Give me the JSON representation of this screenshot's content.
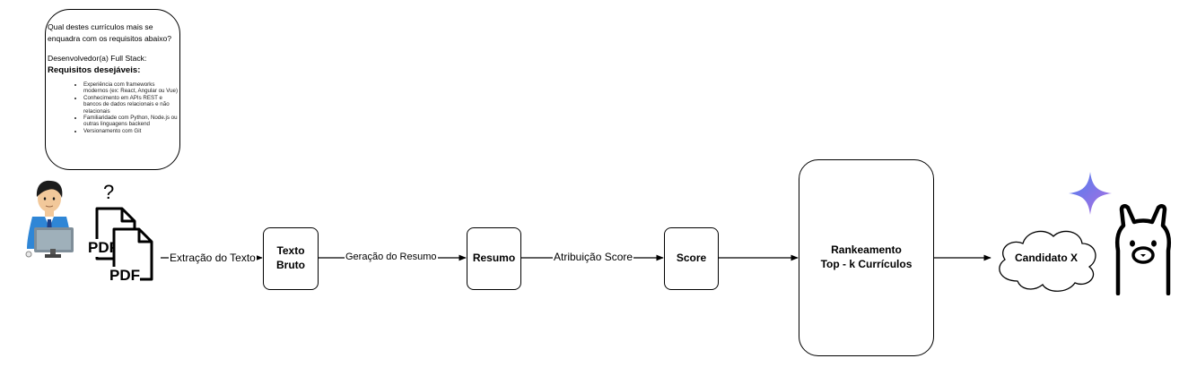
{
  "bubble": {
    "question": "Qual destes currículos mais se enquadra com os requisitos abaixo?",
    "role": "Desenvolvedor(a) Full Stack:",
    "requirements_title": "Requisitos desejáveis:",
    "requirements": [
      "Experiência com frameworks modernos (ex: React, Angular ou Vue)",
      "Conhecimento em APIs REST e bancos de dados relacionais e não relacionais",
      "Familiaridade com Python, Node.js ou outras linguagens backend",
      "Versionamento com Git"
    ]
  },
  "docs": {
    "question_mark": "?",
    "pdf_label_1": "PDF",
    "pdf_label_2": "PDF"
  },
  "nodes": {
    "texto_bruto": "Texto Bruto",
    "resumo": "Resumo",
    "score": "Score",
    "ranking_line1": "Rankeamento",
    "ranking_line2": "Top - k Currículos",
    "candidato": "Candidato X"
  },
  "edges": {
    "extracao": "Extração do Texto",
    "geracao": "Geração do Resumo",
    "atribuicao": "Atribuição Score"
  },
  "colors": {
    "shirt": "#2f86d6",
    "tie": "#1f3f86",
    "hair": "#1c1c1c",
    "gem_a": "#4d7df0",
    "gem_b": "#b06fe0"
  }
}
